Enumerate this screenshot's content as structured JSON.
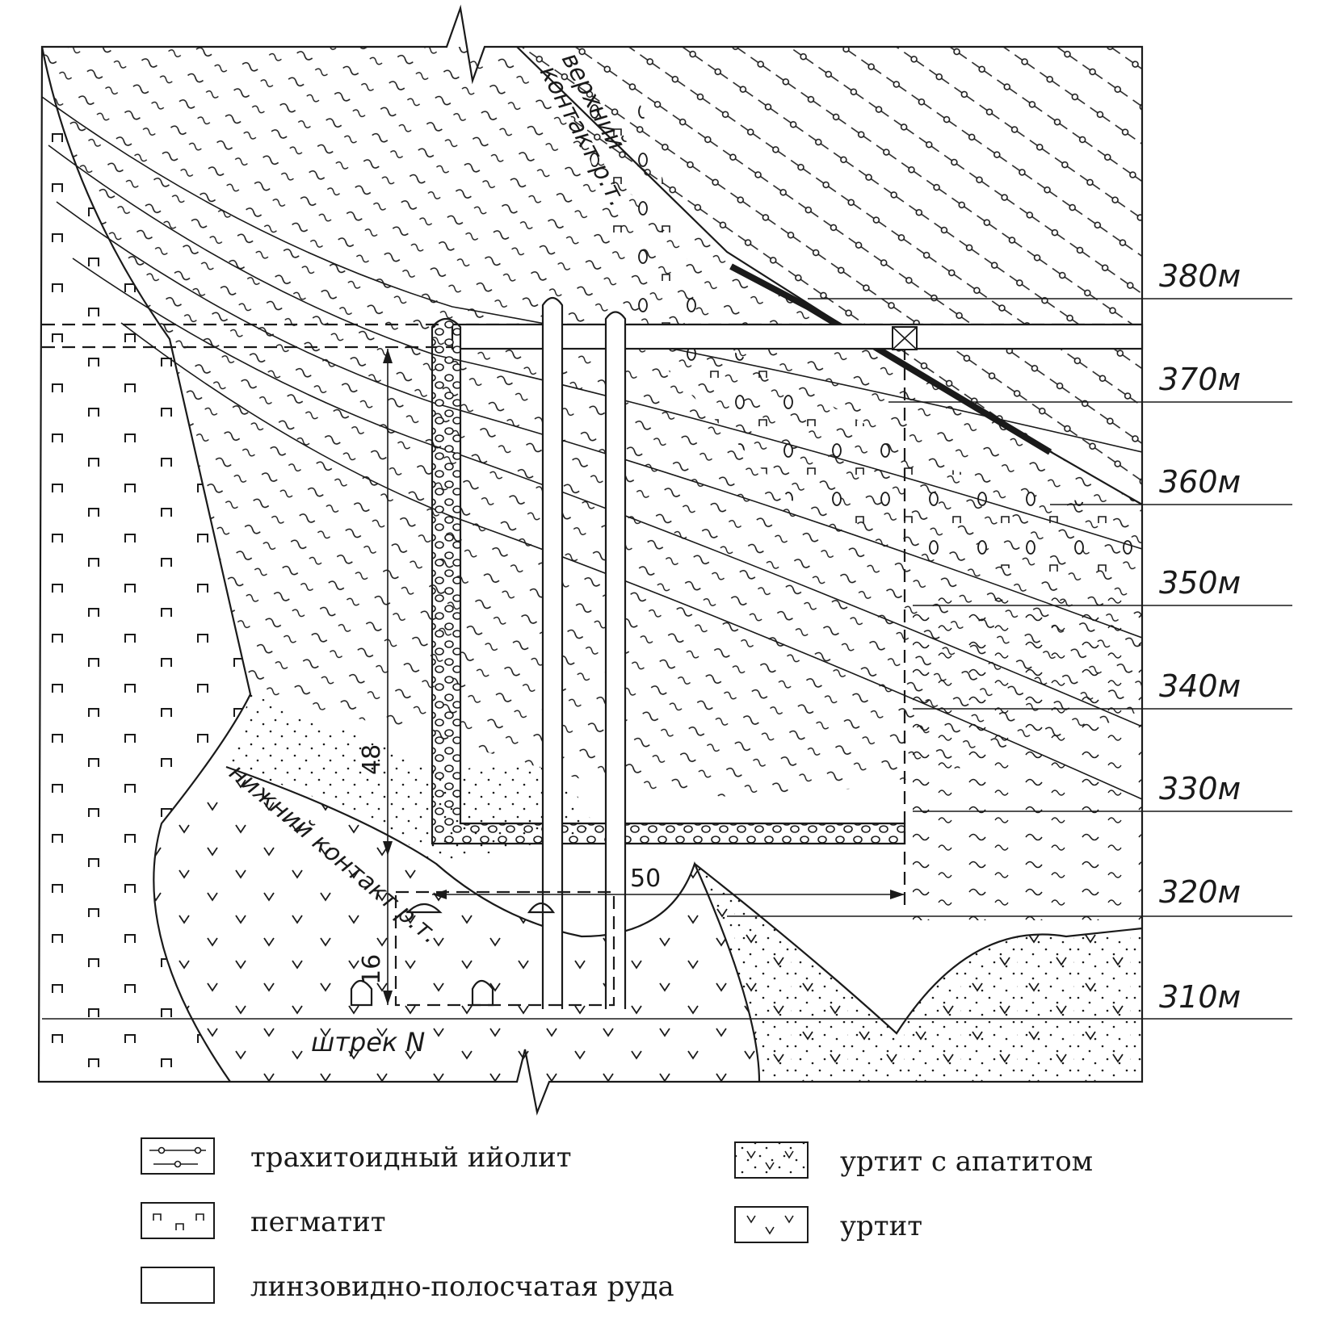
{
  "levels": [
    "380м",
    "370м",
    "360м",
    "350м",
    "340м",
    "330м",
    "320м",
    "310м"
  ],
  "contacts": {
    "upper_line1": "верхний",
    "upper_line2": "контакт р.т.",
    "lower": "нижний контакт р.т."
  },
  "drift_label": "штрек N",
  "dimensions": {
    "height_main": "48",
    "width_main": "50",
    "height_lower": "16"
  },
  "legend": [
    {
      "key": "trachytoid-ijolite",
      "text": "трахитоидный ийолит"
    },
    {
      "key": "pegmatite",
      "text": "пегматит"
    },
    {
      "key": "lensoid-banded-ore",
      "text": "линзовидно-полосчатая руда"
    },
    {
      "key": "urtite-apatite",
      "text": "уртит с апатитом"
    },
    {
      "key": "urtite",
      "text": "уртит"
    }
  ],
  "colors": {
    "ink": "#1a1a1a",
    "paper": "#ffffff"
  }
}
